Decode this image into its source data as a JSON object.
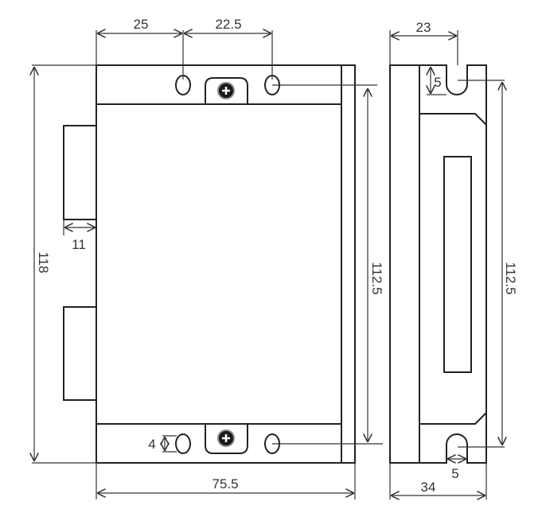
{
  "drawing": {
    "front_view": {
      "dimensions": {
        "hole_offset": "25",
        "hole_spacing": "22.5",
        "overall_height": "118",
        "connector_depth": "11",
        "hole_to_hole_vertical": "112.5",
        "hole_diameter": "4",
        "overall_width": "75.5"
      }
    },
    "side_view": {
      "dimensions": {
        "slot_offset": "23",
        "slot_depth": "5",
        "slot_to_slot_vertical": "112.5",
        "slot_width": "5",
        "overall_depth": "34"
      }
    },
    "colors": {
      "line": "#222222",
      "screw": "#1a1a1a"
    }
  }
}
